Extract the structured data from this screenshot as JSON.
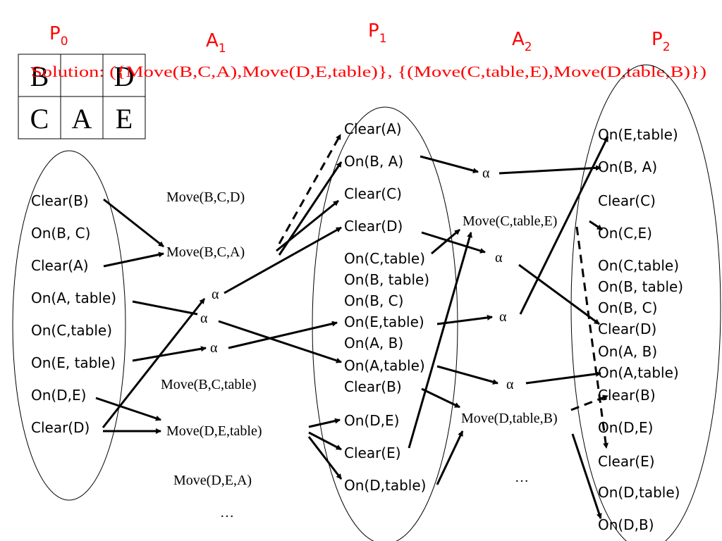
{
  "colors": {
    "accent": "#ff0000",
    "ink": "#000000"
  },
  "layer_headers": {
    "p0": {
      "main": "P",
      "sub": "0"
    },
    "a1": {
      "main": "A",
      "sub": "1"
    },
    "p1": {
      "main": "P",
      "sub": "1"
    },
    "a2": {
      "main": "A",
      "sub": "2"
    },
    "p2": {
      "main": "P",
      "sub": "2"
    }
  },
  "solution_text": "Solution: ({Move(B,C,A),Move(D,E,table)}, {(Move(C,table,E),Move(D,table,B)})",
  "block_grid": [
    "B",
    "",
    "D",
    "C",
    "A",
    "E"
  ],
  "p0_props": [
    "Clear(B)",
    "On(B, C)",
    "Clear(A)",
    "On(A, table)",
    "On(C,table)",
    "On(E, table)",
    "On(D,E)",
    "Clear(D)"
  ],
  "a1_actions": [
    "Move(B,C,D)",
    "Move(B,C,A)",
    "Move(B,C,table)",
    "Move(D,E,table)",
    "Move(D,E,A)",
    "…"
  ],
  "a1_alpha": [
    "α",
    "α",
    "α"
  ],
  "p1_props": [
    "Clear(A)",
    "On(B, A)",
    "Clear(C)",
    "Clear(D)",
    "On(C,table)",
    "On(B, table)",
    "On(B, C)",
    "On(E,table)",
    "On(A, B)",
    "On(A,table)",
    "Clear(B)",
    "On(D,E)",
    "Clear(E)",
    "On(D,table)"
  ],
  "a2_actions": [
    "Move(C,table,E)",
    "Move(D,table,B)",
    "…"
  ],
  "a2_alpha": [
    "α",
    "α",
    "α",
    "α"
  ],
  "p2_props": [
    "On(E,table)",
    "On(B, A)",
    "Clear(C)",
    "On(C,E)",
    "On(C,table)",
    "On(B, table)",
    "On(B, C)",
    "Clear(D)",
    "On(A, B)",
    "On(A,table)",
    "Clear(B)",
    "On(D,E)",
    "Clear(E)",
    "On(D,table)",
    "On(D,B)"
  ]
}
